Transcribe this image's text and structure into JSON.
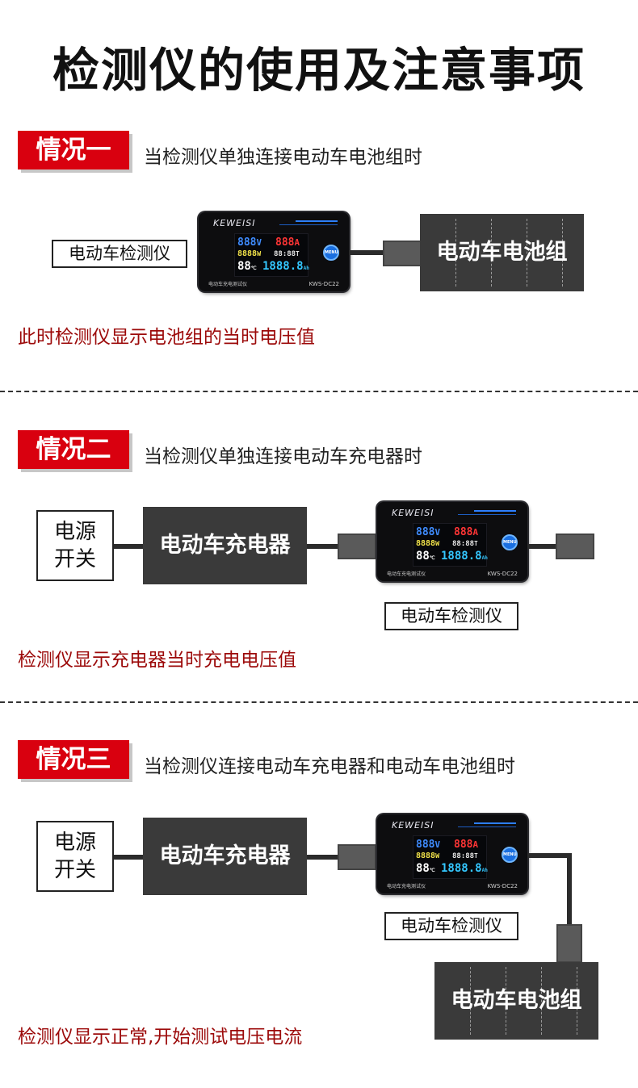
{
  "title": "检测仪的使用及注意事项",
  "meter": {
    "brand": "KEWEISI",
    "menu": "MENU",
    "footer_name": "电动车充电测试仪",
    "model": "KWS-DC22",
    "display": {
      "voltage": "888",
      "voltage_unit": "V",
      "current": "888",
      "current_unit": "A",
      "power": "8888",
      "power_unit": "W",
      "time": "88:88",
      "time_unit": "T",
      "temp": "88",
      "temp_unit": "℃",
      "energy": "1888.8",
      "energy_unit": "Ah"
    }
  },
  "sections": [
    {
      "badge": "情况一",
      "heading": "当检测仪单独连接电动车电池组时",
      "meter_label": "电动车检测仪",
      "battery_label": "电动车电池组",
      "note": "此时检测仪显示电池组的当时电压值"
    },
    {
      "badge": "情况二",
      "heading": "当检测仪单独连接电动车充电器时",
      "power_label_1": "电源",
      "power_label_2": "开关",
      "charger_label": "电动车充电器",
      "meter_label": "电动车检测仪",
      "note": "检测仪显示充电器当时充电电压值"
    },
    {
      "badge": "情况三",
      "heading": "当检测仪连接电动车充电器和电动车电池组时",
      "power_label_1": "电源",
      "power_label_2": "开关",
      "charger_label": "电动车充电器",
      "meter_label": "电动车检测仪",
      "battery_label": "电动车电池组",
      "note": "检测仪显示正常,开始测试电压电流"
    }
  ]
}
